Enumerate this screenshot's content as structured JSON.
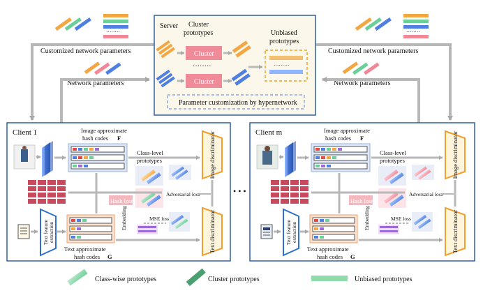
{
  "server": {
    "title": "Server",
    "cluster_prototypes": [
      "Cluster",
      "prototypes"
    ],
    "unbiased_prototypes": [
      "Unbiased",
      "prototypes"
    ],
    "cluster_box_1": "Cluster",
    "cluster_box_2": "Cluster",
    "customization": "Parameter customization by hypernetwork"
  },
  "flows": {
    "customized_left": "Customized network parameters",
    "customized_right": "Customized network parameters",
    "network_left": "Network parameters",
    "network_right": "Network parameters"
  },
  "client_1": {
    "title": "Client 1",
    "image_codes": [
      "Image approximate",
      "hash codes"
    ],
    "image_codes_symbol": "F",
    "class_level": [
      "Class-level",
      "prototypes"
    ],
    "image_discriminator": "Image discriminator",
    "text_discriminator": "Text discriminator",
    "adversarial_loss": "Adversarial loss",
    "hash_loss": "Hash loss",
    "mse_loss": "MSE loss",
    "embedding": "Embedding",
    "text_feature_extraction": [
      "Text feature",
      "extraction"
    ],
    "text_codes": [
      "Text approximate",
      "hash codes"
    ],
    "text_codes_symbol": "G"
  },
  "client_m": {
    "title": "Client m",
    "image_codes": [
      "Image approximate",
      "hash codes"
    ],
    "image_codes_symbol": "F",
    "class_level": [
      "Class-level",
      "prototypes"
    ],
    "image_discriminator": "Image discriminator",
    "text_discriminator": "Text discriminator",
    "adversarial_loss": "Adversarial loss",
    "hash_loss": "Hash loss",
    "mse_loss": "MSE loss",
    "embedding": "Embedding",
    "text_feature_extraction": [
      "Text feature",
      "extraction"
    ],
    "text_codes": [
      "Text approximate",
      "hash codes"
    ],
    "text_codes_symbol": "G"
  },
  "ellipsis": "• • •",
  "legend": {
    "class_wise": "Class-wise prototypes",
    "cluster": "Cluster prototypes",
    "unbiased": "Unbiased prototypes"
  },
  "colors": {
    "frame_blue": "#2f5f9e",
    "cluster_pink": "#f08c9a",
    "hash_pink": "#f6b8bf",
    "discriminator_orange": "#f0a030",
    "unbiased_orange": "#f0a020",
    "arrow_gray": "#b8b8b8",
    "text_extraction_blue": "#2f6fd0"
  }
}
